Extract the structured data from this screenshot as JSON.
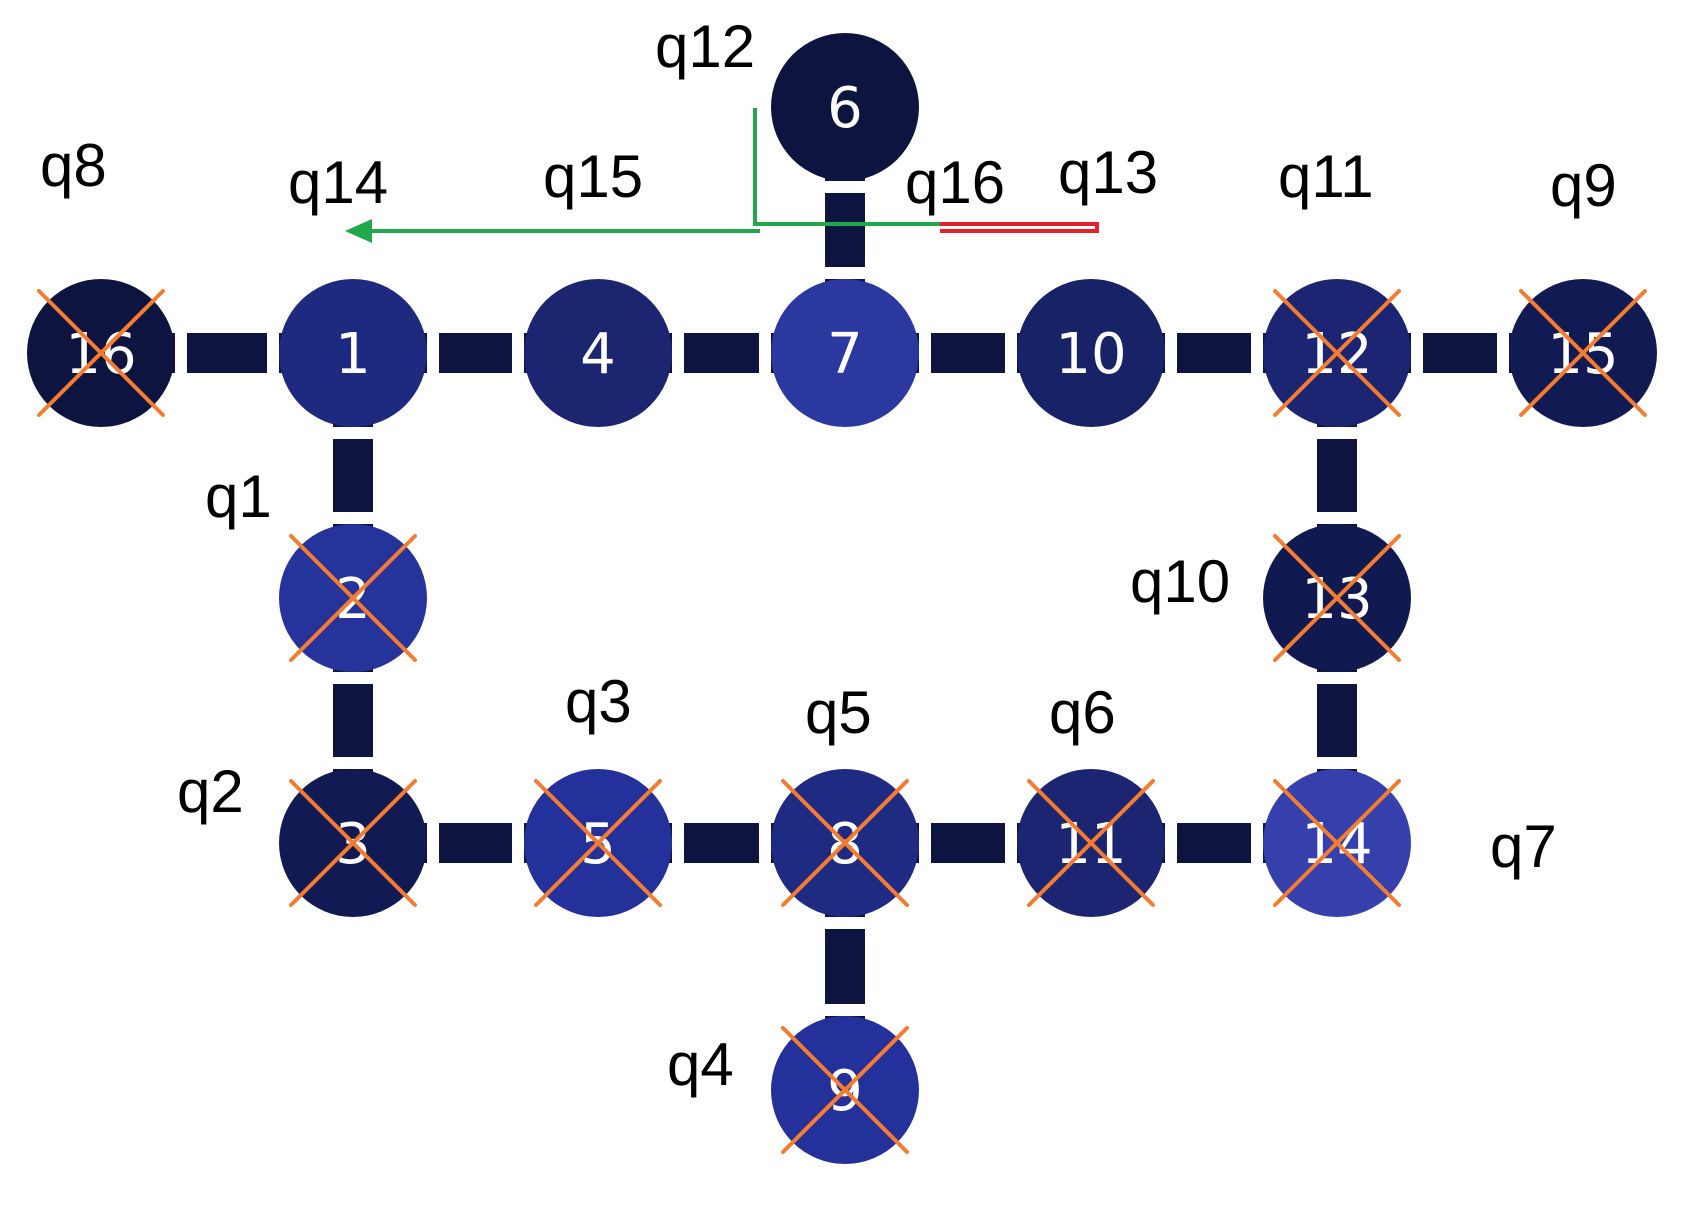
{
  "colors": {
    "edge": "#0e1440",
    "cross": "#f47c30",
    "arrow_green": "#22a84a",
    "arrow_red": "#e8202a",
    "node_text": "#ffffff",
    "label_text": "#000000"
  },
  "nodes": [
    {
      "id": "1",
      "label": "1",
      "color": "#1e2a80",
      "crossed": false
    },
    {
      "id": "2",
      "label": "2",
      "color": "#26339a",
      "crossed": true
    },
    {
      "id": "3",
      "label": "3",
      "color": "#111a52",
      "crossed": true
    },
    {
      "id": "4",
      "label": "4",
      "color": "#1b2570",
      "crossed": false
    },
    {
      "id": "5",
      "label": "5",
      "color": "#25319a",
      "crossed": true
    },
    {
      "id": "6",
      "label": "6",
      "color": "#0d1440",
      "crossed": false
    },
    {
      "id": "7",
      "label": "7",
      "color": "#2a38a0",
      "crossed": false
    },
    {
      "id": "8",
      "label": "8",
      "color": "#1f2a82",
      "crossed": true
    },
    {
      "id": "9",
      "label": "9",
      "color": "#25319a",
      "crossed": true
    },
    {
      "id": "10",
      "label": "10",
      "color": "#182266",
      "crossed": false
    },
    {
      "id": "11",
      "label": "11",
      "color": "#1b2572",
      "crossed": true
    },
    {
      "id": "12",
      "label": "12",
      "color": "#1b2572",
      "crossed": true
    },
    {
      "id": "13",
      "label": "13",
      "color": "#111a50",
      "crossed": true
    },
    {
      "id": "14",
      "label": "14",
      "color": "#3540ad",
      "crossed": true
    },
    {
      "id": "15",
      "label": "15",
      "color": "#111a52",
      "crossed": true
    },
    {
      "id": "16",
      "label": "16",
      "color": "#0d1440",
      "crossed": true
    }
  ],
  "edges": [
    [
      "16",
      "1"
    ],
    [
      "1",
      "4"
    ],
    [
      "4",
      "7"
    ],
    [
      "7",
      "10"
    ],
    [
      "10",
      "12"
    ],
    [
      "12",
      "15"
    ],
    [
      "6",
      "7"
    ],
    [
      "1",
      "2"
    ],
    [
      "2",
      "3"
    ],
    [
      "3",
      "5"
    ],
    [
      "5",
      "8"
    ],
    [
      "8",
      "11"
    ],
    [
      "11",
      "14"
    ],
    [
      "12",
      "13"
    ],
    [
      "13",
      "14"
    ],
    [
      "8",
      "9"
    ]
  ],
  "qubit_labels": [
    "q12",
    "q8",
    "q14",
    "q15",
    "q16",
    "q13",
    "q11",
    "q9",
    "q1",
    "q10",
    "q3",
    "q5",
    "q6",
    "q2",
    "q7",
    "q4"
  ]
}
